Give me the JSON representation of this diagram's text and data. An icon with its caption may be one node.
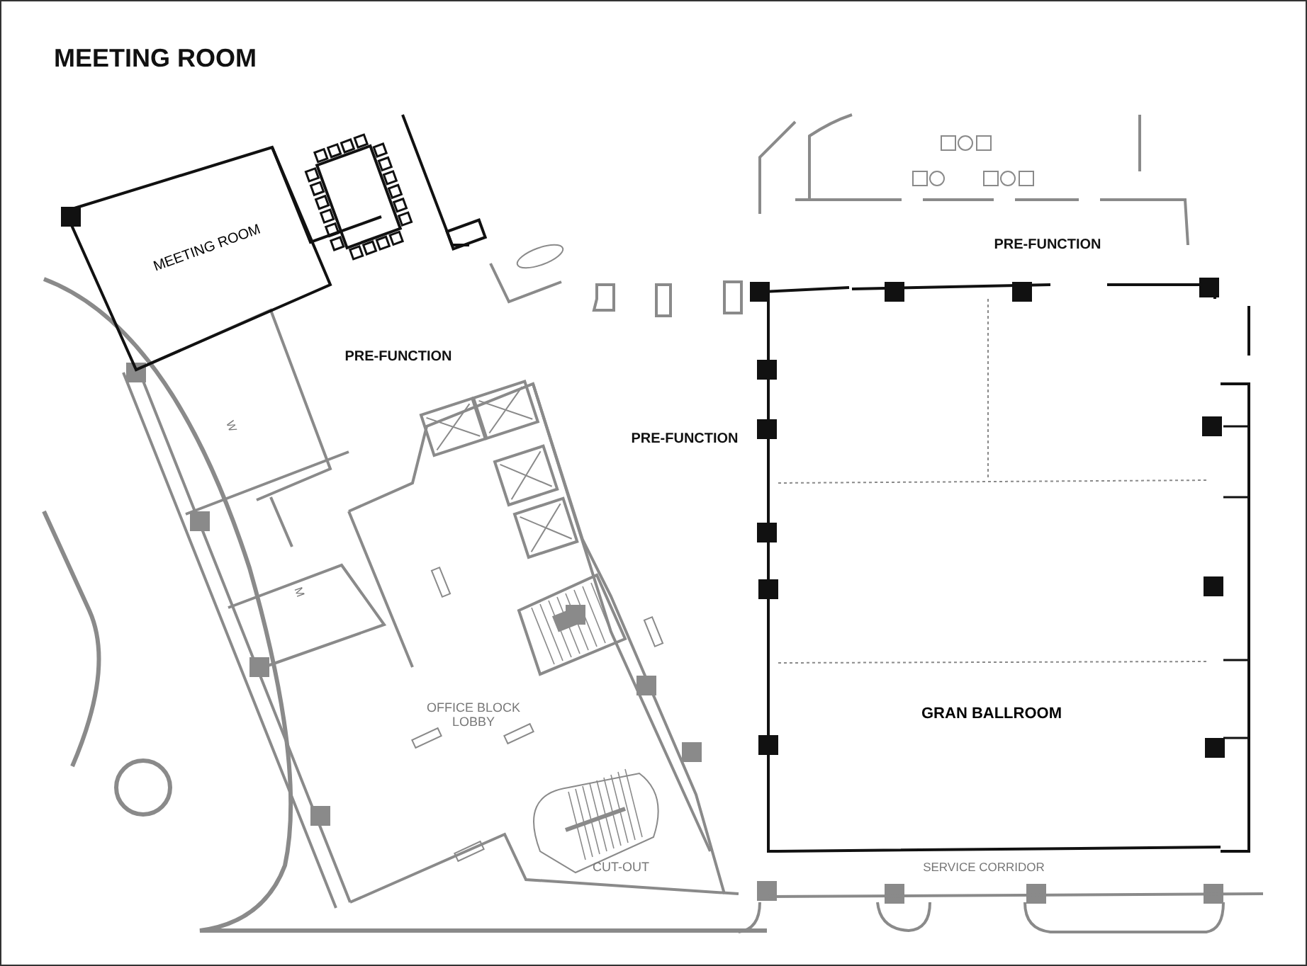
{
  "diagram": {
    "title": "MEETING ROOM",
    "nodes": [
      {
        "text": [
          "MEETING ROOM"
        ]
      },
      {
        "text": [
          "GRAN BALLROOM"
        ]
      }
    ],
    "labels": [
      "PRE-FUNCTION",
      "PRE-FUNCTION",
      "PRE-FUNCTION",
      "W",
      "M",
      "OFFICE BLOCK LOBBY",
      "CUT-OUT",
      "SERVICE CORRIDOR"
    ]
  }
}
